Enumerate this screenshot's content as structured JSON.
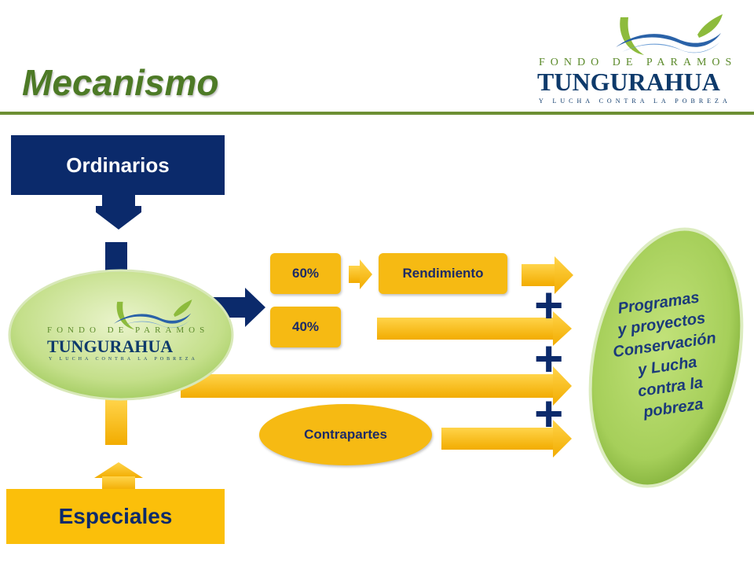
{
  "page": {
    "title": "Mecanismo"
  },
  "logo": {
    "line1": "FONDO DE PARAMOS",
    "line2": "TUNGURAHUA",
    "line3": "Y LUCHA CONTRA LA POBREZA"
  },
  "sources": {
    "ordinarios": "Ordinarios",
    "especiales": "Especiales"
  },
  "split": {
    "sixty": "60%",
    "forty": "40%",
    "rendimiento": "Rendimiento"
  },
  "contrapartes": "Contrapartes",
  "plus_symbol": "+",
  "result": {
    "text": "Programas\ny proyectos\nConservación\ny Lucha\ncontra la\npobreza"
  },
  "colors": {
    "navy": "#0b2a6b",
    "yellow": "#fbbf0a",
    "green": "#4d7a26",
    "ellipse": "#a6cf5a"
  }
}
